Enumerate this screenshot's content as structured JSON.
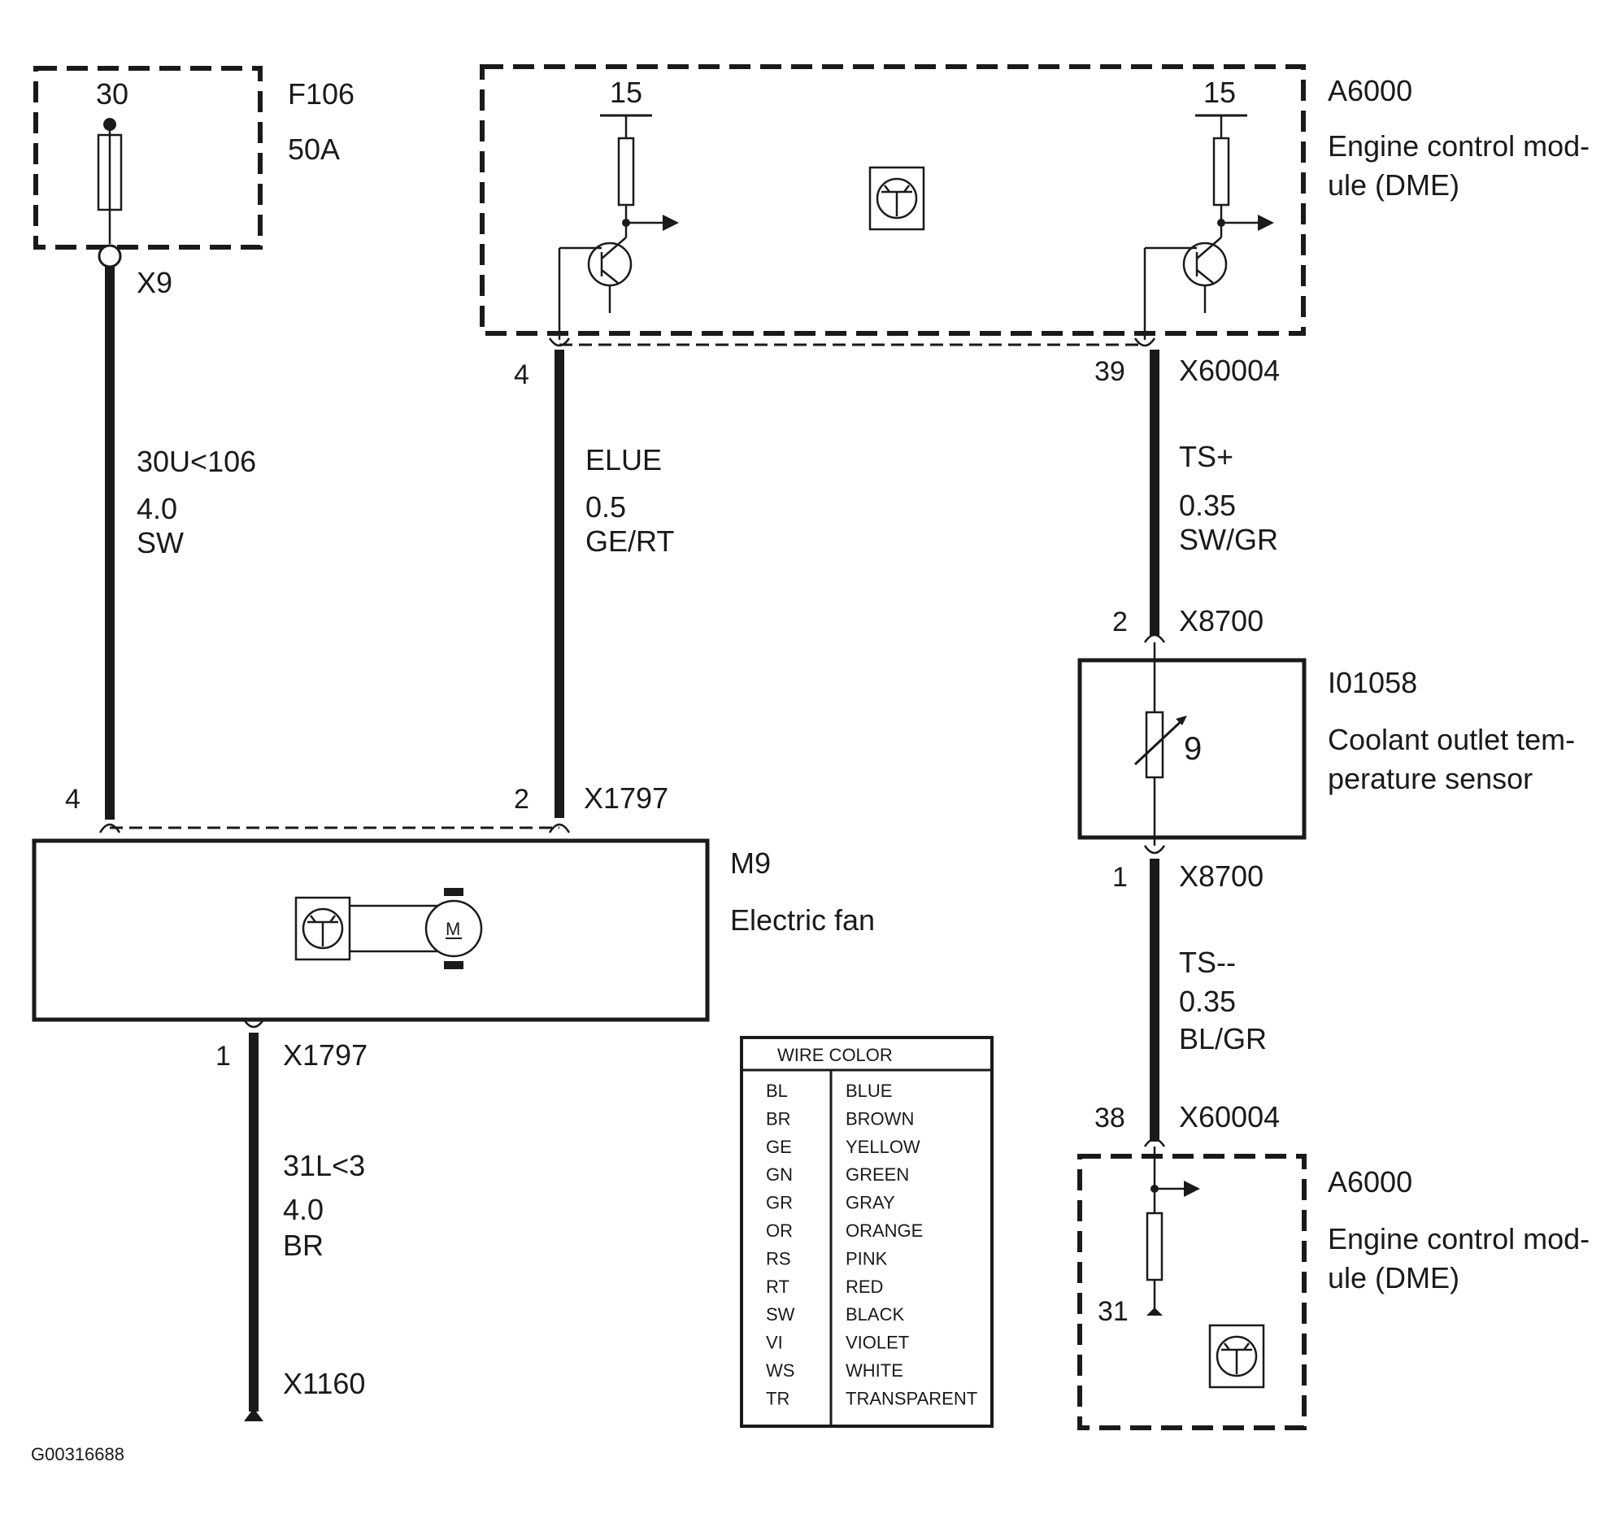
{
  "fuse": {
    "id": "F106",
    "rating": "50A",
    "terminal": "30",
    "connector": "X9"
  },
  "wire_fuse_to_fan": {
    "circuit": "30U<106",
    "gauge": "4.0",
    "color": "SW"
  },
  "ecm_top": {
    "id": "A6000",
    "name_line1": "Engine control mod-",
    "name_line2": "ule (DME)",
    "terminal_left": "15",
    "terminal_right": "15",
    "pin_left": "4",
    "pin_right": "39",
    "connector": "X60004"
  },
  "wire_ecm_to_fan": {
    "circuit": "ELUE",
    "gauge": "0.5",
    "color": "GE/RT"
  },
  "wire_ecm_to_sensor": {
    "circuit": "TS+",
    "gauge": "0.35",
    "color": "SW/GR"
  },
  "sensor": {
    "id": "I01058",
    "name_line1": "Coolant outlet tem-",
    "name_line2": "perature sensor",
    "pin_top": "2",
    "connector_top": "X8700",
    "pin_bottom": "1",
    "connector_bottom": "X8700",
    "symbol": "9"
  },
  "wire_sensor_to_ecm": {
    "circuit": "TS--",
    "gauge": "0.35",
    "color": "BL/GR"
  },
  "ecm_bottom": {
    "id": "A6000",
    "name_line1": "Engine control mod-",
    "name_line2": "ule (DME)",
    "pin": "38",
    "connector": "X60004",
    "ground_terminal": "31"
  },
  "fan": {
    "id": "M9",
    "name": "Electric fan",
    "pin_left": "4",
    "pin_right": "2",
    "connector_top": "X1797",
    "pin_bottom": "1",
    "connector_bottom": "X1797",
    "motor_label": "M"
  },
  "wire_fan_to_ground": {
    "circuit": "31L<3",
    "gauge": "4.0",
    "color": "BR",
    "ground_connector": "X1160"
  },
  "legend": {
    "title": "WIRE COLOR",
    "rows": [
      {
        "code": "BL",
        "name": "BLUE"
      },
      {
        "code": "BR",
        "name": "BROWN"
      },
      {
        "code": "GE",
        "name": "YELLOW"
      },
      {
        "code": "GN",
        "name": "GREEN"
      },
      {
        "code": "GR",
        "name": "GRAY"
      },
      {
        "code": "OR",
        "name": "ORANGE"
      },
      {
        "code": "RS",
        "name": "PINK"
      },
      {
        "code": "RT",
        "name": "RED"
      },
      {
        "code": "SW",
        "name": "BLACK"
      },
      {
        "code": "VI",
        "name": "VIOLET"
      },
      {
        "code": "WS",
        "name": "WHITE"
      },
      {
        "code": "TR",
        "name": "TRANSPARENT"
      }
    ]
  },
  "figure_id": "G00316688"
}
